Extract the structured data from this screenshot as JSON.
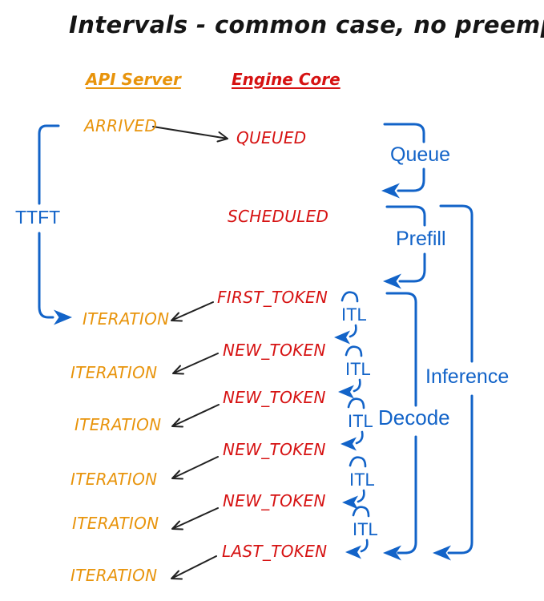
{
  "title": "Intervals - common case, no preemptions",
  "columns": {
    "api_server": "API Server",
    "engine_core": "Engine Core"
  },
  "api_events": [
    "ARRIVED",
    "ITERATION",
    "ITERATION",
    "ITERATION",
    "ITERATION",
    "ITERATION",
    "ITERATION"
  ],
  "engine_events": [
    "QUEUED",
    "SCHEDULED",
    "FIRST_TOKEN",
    "NEW_TOKEN",
    "NEW_TOKEN",
    "NEW_TOKEN",
    "NEW_TOKEN",
    "LAST_TOKEN"
  ],
  "intervals": {
    "ttft": "TTFT",
    "queue": "Queue",
    "prefill": "Prefill",
    "decode": "Decode",
    "inference": "Inference",
    "itl": [
      "ITL",
      "ITL",
      "ITL",
      "ITL",
      "ITL"
    ]
  },
  "colors": {
    "api_orange": "#E8940C",
    "engine_red": "#D61212",
    "interval_blue": "#1263C8",
    "arrow_black": "#222222",
    "title_black": "#151515"
  }
}
